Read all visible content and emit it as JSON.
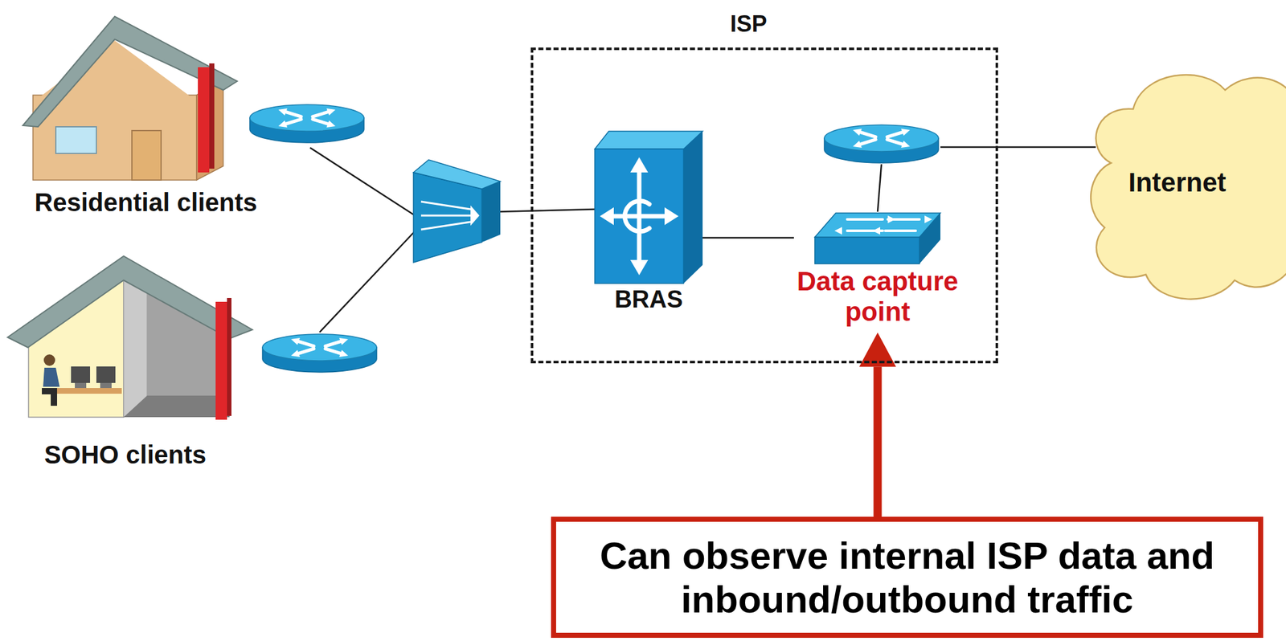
{
  "diagram": {
    "nodes": [
      {
        "text": [
          "Residential clients"
        ]
      },
      {
        "text": [
          "SOHO clients"
        ]
      },
      {
        "text": [
          "ISP"
        ]
      },
      {
        "text": [
          "BRAS"
        ],
        "in": 2
      },
      {
        "text": [
          "Data capture point"
        ],
        "in": 2
      },
      {
        "text": [
          "Internet"
        ]
      },
      {
        "text": [
          "Can observe internal ISP data and inbound/outbound traffic"
        ]
      }
    ],
    "edges": [
      {
        "from": 3,
        "to": 4,
        "arrow": "none"
      },
      {
        "from": 6,
        "to": 4,
        "arrow": "to"
      }
    ]
  }
}
